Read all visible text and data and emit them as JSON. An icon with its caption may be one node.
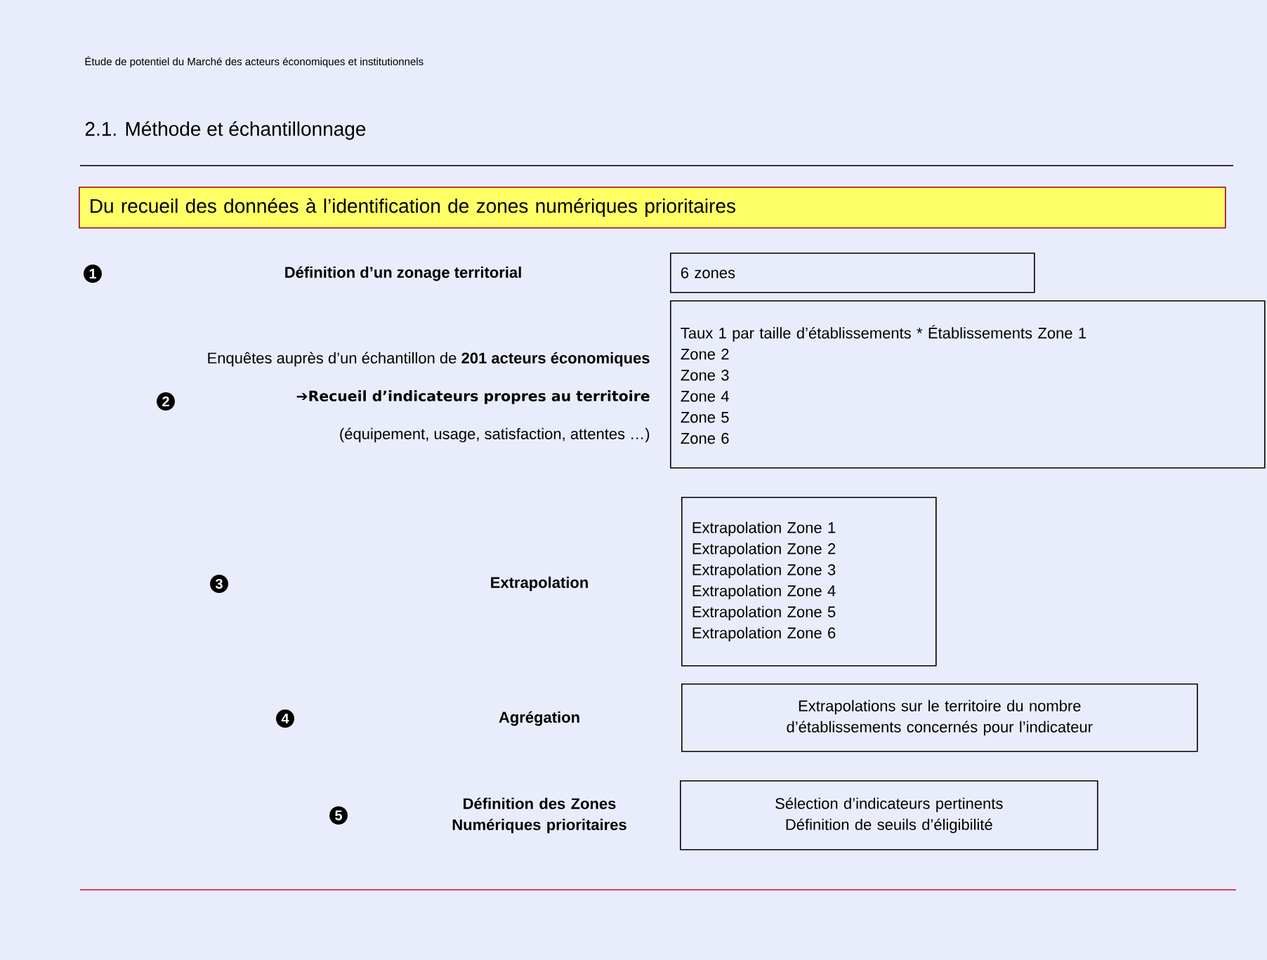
{
  "diagram": {
    "title": "2.1. Méthode et échantillonnage",
    "nodes": [
      {
        "text": [
          "Du recueil des données à l’identification de zones numériques prioritaires"
        ]
      },
      {
        "text": [
          "6 zones"
        ]
      },
      {
        "text": [
          "Taux 1 par taille d’établissements * Établissements Zone 1",
          "Zone 2",
          "Zone 3",
          "Zone 4",
          "Zone 5",
          "Zone 6"
        ]
      },
      {
        "text": [
          "Extrapolation Zone 1",
          "Extrapolation Zone 2",
          "Extrapolation Zone 3",
          "Extrapolation Zone 4",
          "Extrapolation Zone 5",
          "Extrapolation Zone 6"
        ]
      },
      {
        "text": [
          "Extrapolations sur le territoire du nombre d’établissements concernés pour l’indicateur"
        ]
      },
      {
        "text": [
          "Sélection d’indicateurs pertinents",
          "Définition de seuils d’éligibilité"
        ]
      }
    ],
    "labels": [
      "Étude de potentiel du Marché des acteurs économiques et institutionnels",
      "1",
      "Définition d’un zonage territorial",
      "Enquêtes auprès d’un échantillon de **201 acteurs économiques**",
      "2",
      "➔Recueil d’indicateurs propres au territoire",
      "(équipement, usage, satisfaction, attentes …)",
      "3",
      "Extrapolation",
      "4",
      "Agrégation",
      "5",
      "Définition des Zones Numériques prioritaires"
    ]
  }
}
